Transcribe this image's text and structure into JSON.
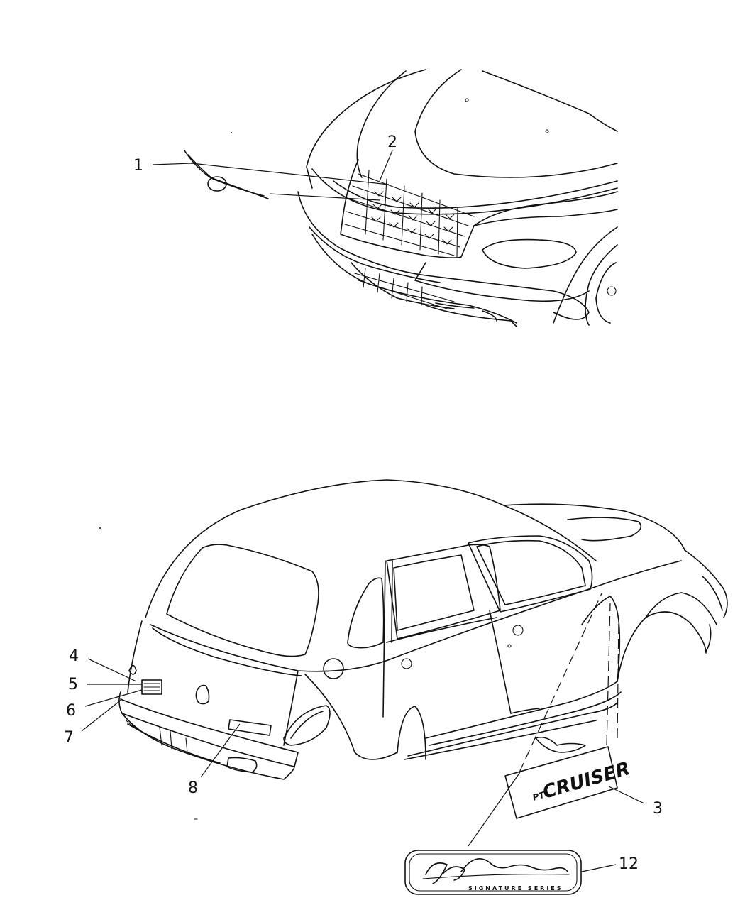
{
  "diagram": {
    "callouts": [
      {
        "id": "1",
        "label": "1"
      },
      {
        "id": "2",
        "label": "2"
      },
      {
        "id": "3",
        "label": "3"
      },
      {
        "id": "4",
        "label": "4"
      },
      {
        "id": "5",
        "label": "5"
      },
      {
        "id": "6",
        "label": "6"
      },
      {
        "id": "7",
        "label": "7"
      },
      {
        "id": "8",
        "label": "8"
      },
      {
        "id": "12",
        "label": "12"
      }
    ],
    "badges": {
      "cruiser_decal": "CRUISER",
      "cruiser_prefix": "PT",
      "signature_series": "SIGNATURE SERIES"
    }
  }
}
